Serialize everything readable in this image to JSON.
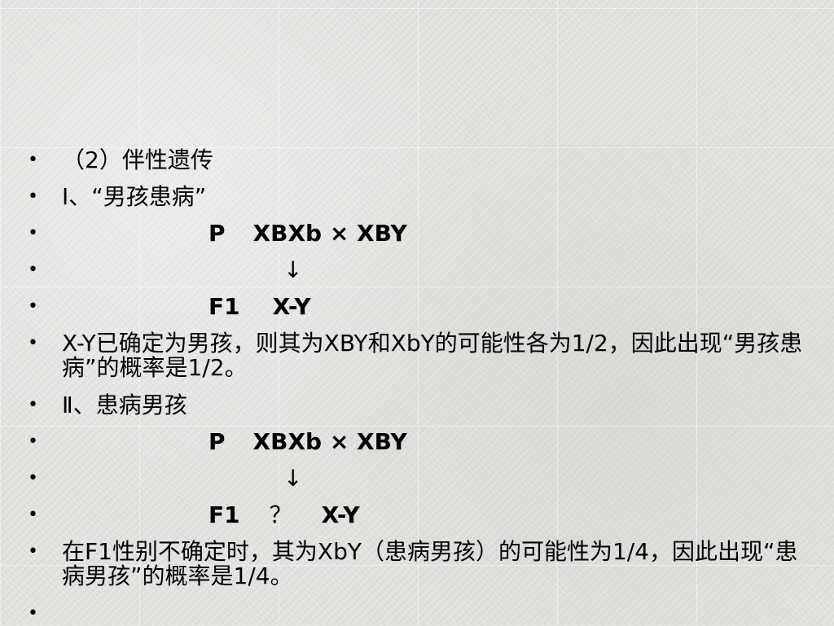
{
  "slide": {
    "lines": [
      {
        "id": "heading-2",
        "text": "（2）伴性遗传"
      },
      {
        "id": "case-1-title",
        "text": "Ⅰ、“男孩患病”"
      },
      {
        "id": "cross-1-p",
        "p": "P",
        "expr": "XBXb × XBY"
      },
      {
        "id": "arrow-1",
        "text": "↓"
      },
      {
        "id": "cross-1-f1",
        "f1": "F1",
        "result": "X-Y"
      },
      {
        "id": "explanation-1",
        "text": "X-Y已确定为男孩，则其为XBY和XbY的可能性各为1/2，因此出现“男孩患病”的概率是1/2。"
      },
      {
        "id": "case-2-title",
        "text": "Ⅱ、患病男孩"
      },
      {
        "id": "cross-2-p",
        "p": "P",
        "expr": "XBXb × XBY"
      },
      {
        "id": "arrow-2",
        "text": "↓"
      },
      {
        "id": "cross-2-f1",
        "f1": "F1",
        "mark": "？",
        "result": "X-Y"
      },
      {
        "id": "explanation-2",
        "text": "在F1性别不确定时，其为XbY（患病男孩）的可能性为1/4，因此出现“患病男孩”的概率是1/4。"
      },
      {
        "id": "empty-bullet",
        "text": ""
      }
    ],
    "bullet_glyph": "•",
    "colors": {
      "background": "#e4e3df",
      "text": "#000000"
    }
  }
}
